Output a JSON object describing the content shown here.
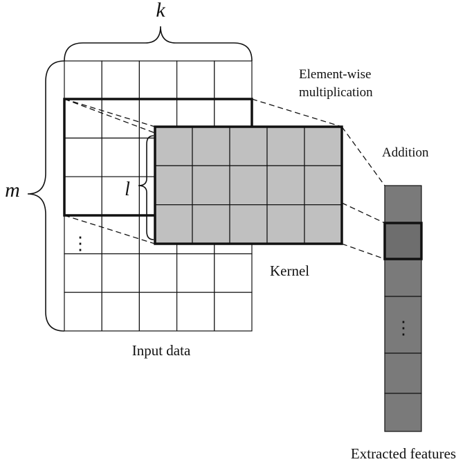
{
  "labels": {
    "k": "k",
    "m": "m",
    "l": "l",
    "elementwise_line1": "Element-wise",
    "elementwise_line2": "multiplication",
    "addition": "Addition",
    "kernel": "Kernel",
    "input_data": "Input data",
    "extracted_features": "Extracted features"
  },
  "input_grid": {
    "rows": 7,
    "cols": 5,
    "ellipsis_row": 4,
    "ellipsis_col": 0
  },
  "kernel_grid": {
    "rows": 3,
    "cols": 5,
    "fill_color": "#c0c0c0"
  },
  "feature_column": {
    "cells": 6,
    "highlighted_cell": 1,
    "ellipsis_cell": 3,
    "fill_color": "#7a7a7a",
    "highlight_color": "#6e6e6e"
  },
  "colors": {
    "stroke": "#111111",
    "background": "#ffffff"
  }
}
